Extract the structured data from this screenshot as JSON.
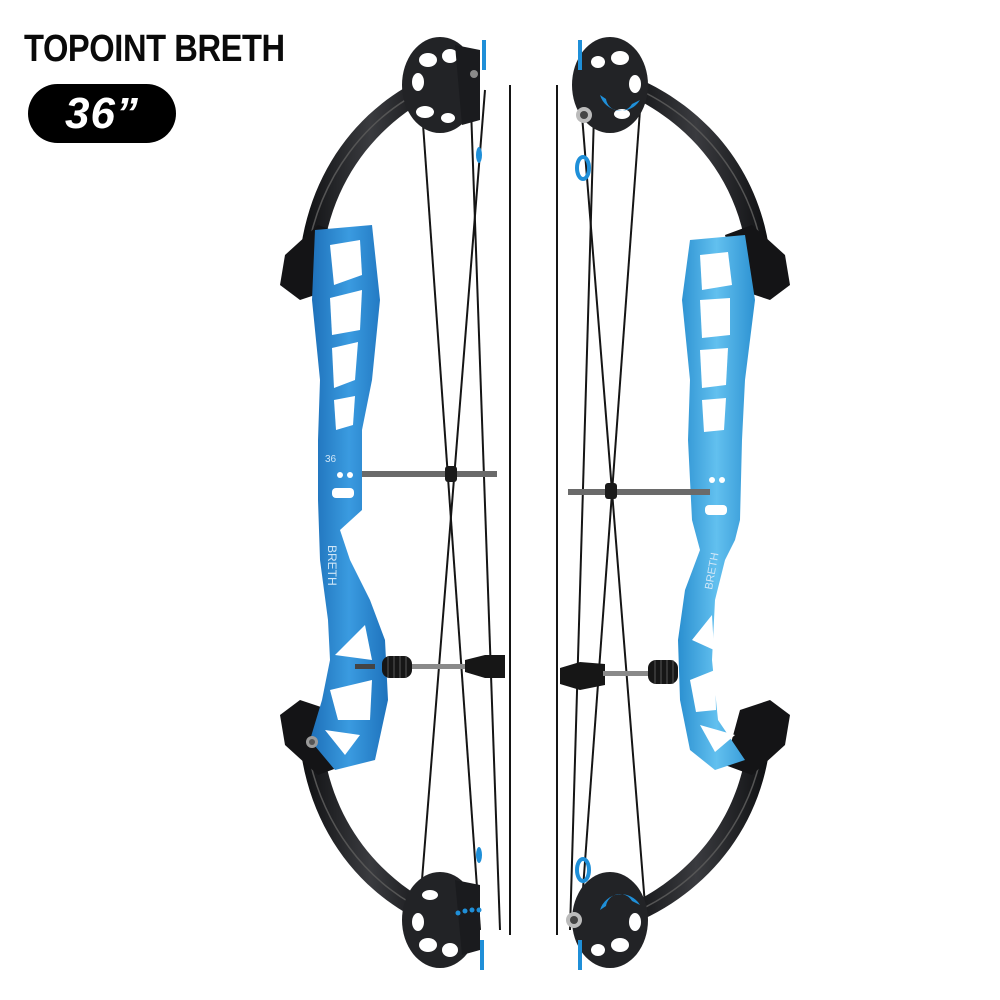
{
  "product": {
    "title": "TOPOINT BRETH",
    "size_badge": "36”"
  },
  "bow_left": {
    "view": "side-view-left",
    "riser_color": "#2f8fd6",
    "engraving_model_size": "36",
    "engraving_brand": "BRETH"
  },
  "bow_right": {
    "view": "side-view-right",
    "riser_color": "#4aaee6",
    "engraving_brand": "BRETH"
  },
  "colors": {
    "background": "#ffffff",
    "limb": "#1c1d20",
    "cam": "#222326",
    "accent_blue": "#1f8fd8",
    "string": "#111111",
    "rod": "#6a6a6a"
  }
}
